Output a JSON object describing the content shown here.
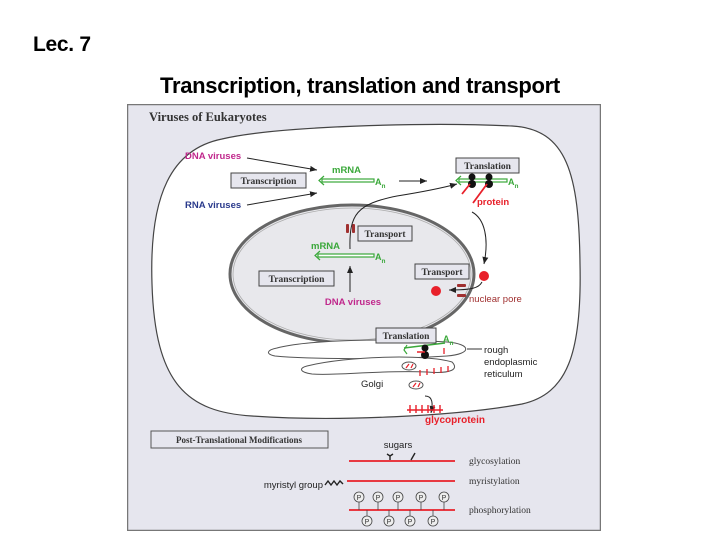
{
  "slide": {
    "lecture_label": "Lec. 7",
    "title": "Transcription, translation and transport"
  },
  "figure": {
    "heading": "Viruses of Eukaryotes",
    "colors": {
      "background": "#e6e6ee",
      "cell": "#ffffff",
      "nucleus": "#e8e8ec",
      "mrna": "#3aa83a",
      "protein": "#e8202a",
      "dna_virus": "#c0288c",
      "rna_virus": "#2a3a8c",
      "pore": "#a03030"
    },
    "cytoplasm": {
      "dna_viruses_label": "DNA viruses",
      "rna_viruses_label": "RNA viruses",
      "transcription_label": "Transcription",
      "mrna_label": "mRNA",
      "polyA_label": "A",
      "polyA_sub": "n",
      "translation_label": "Translation",
      "protein_label": "protein"
    },
    "nucleus": {
      "transport_label": "Transport",
      "mrna_label": "mRNA",
      "polyA_label": "A",
      "polyA_sub": "n",
      "transcription_label": "Transcription",
      "dna_viruses_label": "DNA viruses",
      "import_transport_label": "Transport",
      "nuclear_pore_label": "nuclear pore"
    },
    "secretory": {
      "translation_label": "Translation",
      "polyA_label": "A",
      "polyA_sub": "n",
      "rer_label_line1": "rough",
      "rer_label_line2": "endoplasmic",
      "rer_label_line3": "reticulum",
      "golgi_label": "Golgi",
      "glycoprotein_label": "glycoprotein"
    },
    "ptm": {
      "heading": "Post-Translational Modifications",
      "sugars_label": "sugars",
      "myristyl_group_label": "myristyl group",
      "phospho_symbol": "P",
      "rows": [
        {
          "name": "glycosylation"
        },
        {
          "name": "myristylation"
        },
        {
          "name": "phosphorylation"
        }
      ]
    }
  }
}
